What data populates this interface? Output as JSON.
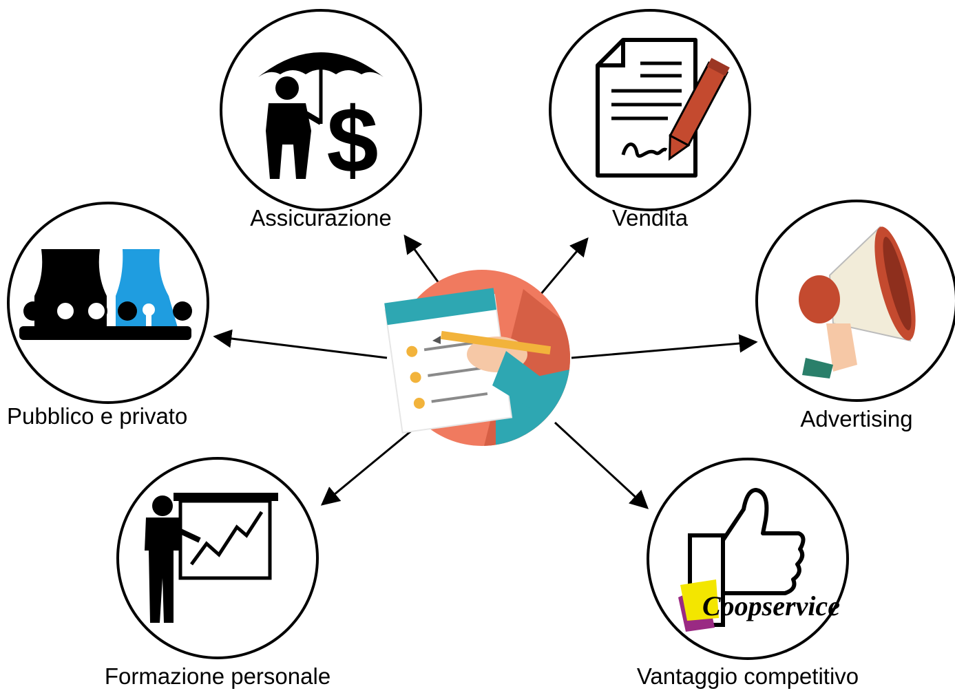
{
  "nodes": {
    "assicurazione": {
      "label": "Assicurazione",
      "icon": "umbrella-money-icon"
    },
    "vendita": {
      "label": "Vendita",
      "icon": "contract-pen-icon"
    },
    "pubblico": {
      "label": "Pubblico e privato",
      "icon": "public-private-icon"
    },
    "advertising": {
      "label": "Advertising",
      "icon": "megaphone-icon"
    },
    "formazione": {
      "label": "Formazione personale",
      "icon": "presentation-icon"
    },
    "vantaggio": {
      "label": "Vantaggio competitivo",
      "icon": "thumbs-up-icon",
      "logo_text": "Coopservice"
    }
  },
  "center": {
    "icon": "checklist-writing-icon"
  },
  "colors": {
    "stroke": "#000000",
    "blue": "#1f9de0",
    "teal": "#2ea7b2",
    "coral": "#f07a5f",
    "orange": "#c44a2f",
    "yellow": "#f2b33b"
  }
}
